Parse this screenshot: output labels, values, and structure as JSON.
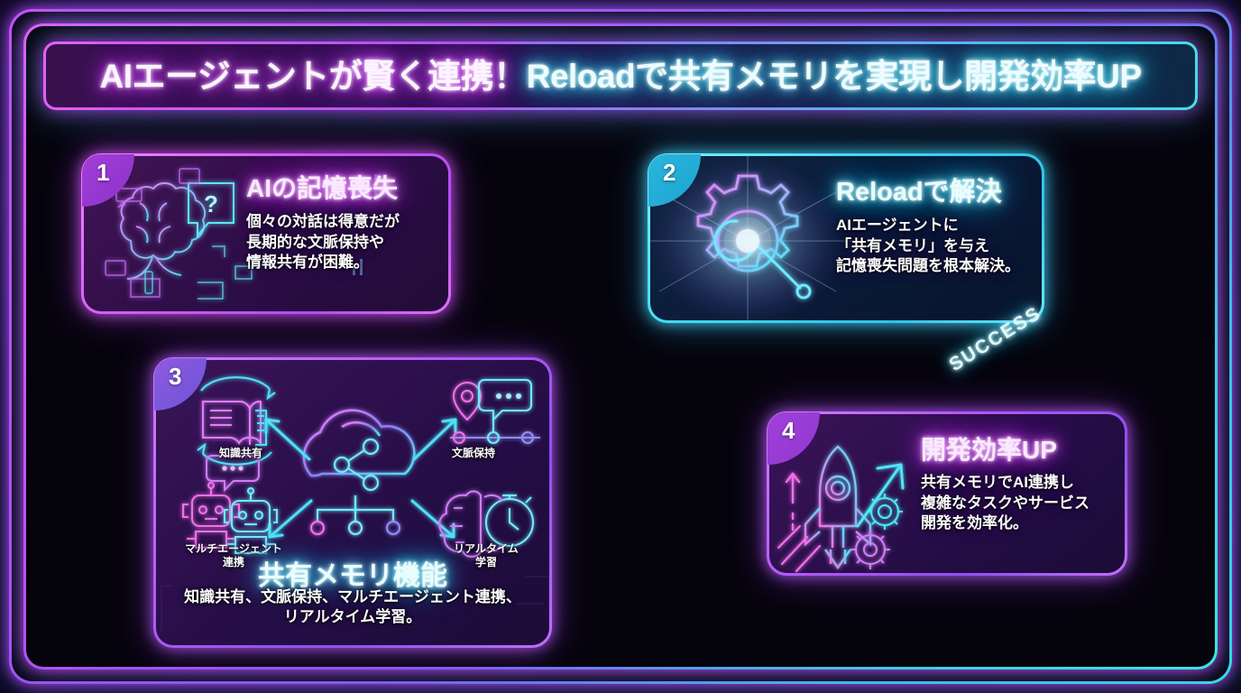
{
  "header": {
    "title_part1": "AIエージェントが賢く連携！",
    "title_part2": "Reloadで共有メモリを実現し開発効率UP"
  },
  "colors": {
    "magenta": "#d04ff5",
    "cyan": "#3fe0e6",
    "purple": "#8f5ae0",
    "background": "#05030c",
    "badge1": "#a23fd8",
    "badge2": "#29b6dd",
    "badge3": "#8f5ae0",
    "badge4": "#a23fd8"
  },
  "cards": [
    {
      "number": "1",
      "heading": "AIの記憶喪失",
      "heading_color": "magenta",
      "body": "個々の対話は得意だが\n長期的な文脈保持や\n情報共有が困難。",
      "icon": "brain-question-icon"
    },
    {
      "number": "2",
      "heading": "Reloadで解決",
      "heading_color": "cyan",
      "body": "AIエージェントに\n「共有メモリ」を与え\n記憶喪失問題を根本解決。",
      "icon": "gear-wrench-icon"
    },
    {
      "number": "3",
      "heading": "共有メモリ機能",
      "heading_color": "cyan",
      "body": "知識共有、文脈保持、マルチエージェント連携、\nリアルタイム学習。",
      "icon": "cloud-network-icon",
      "diagram_labels": [
        {
          "text": "知識共有",
          "icon": "open-book-icon"
        },
        {
          "text": "文脈保持",
          "icon": "pin-timeline-icon"
        },
        {
          "text": "マルチエージェント\n連携",
          "icon": "two-robots-icon"
        },
        {
          "text": "リアルタイム\n学習",
          "icon": "brain-stopwatch-icon"
        }
      ]
    },
    {
      "number": "4",
      "heading": "開発効率UP",
      "heading_color": "magenta",
      "body": "共有メモリでAI連携し\n複雑なタスクやサービス\n開発を効率化。",
      "icon": "rocket-gears-icon"
    }
  ],
  "decorations": {
    "success_label": "SUCCESS",
    "arrow_flow": "right-arrow-data-stream",
    "success_arrow": "diagonal-success-arrow"
  }
}
